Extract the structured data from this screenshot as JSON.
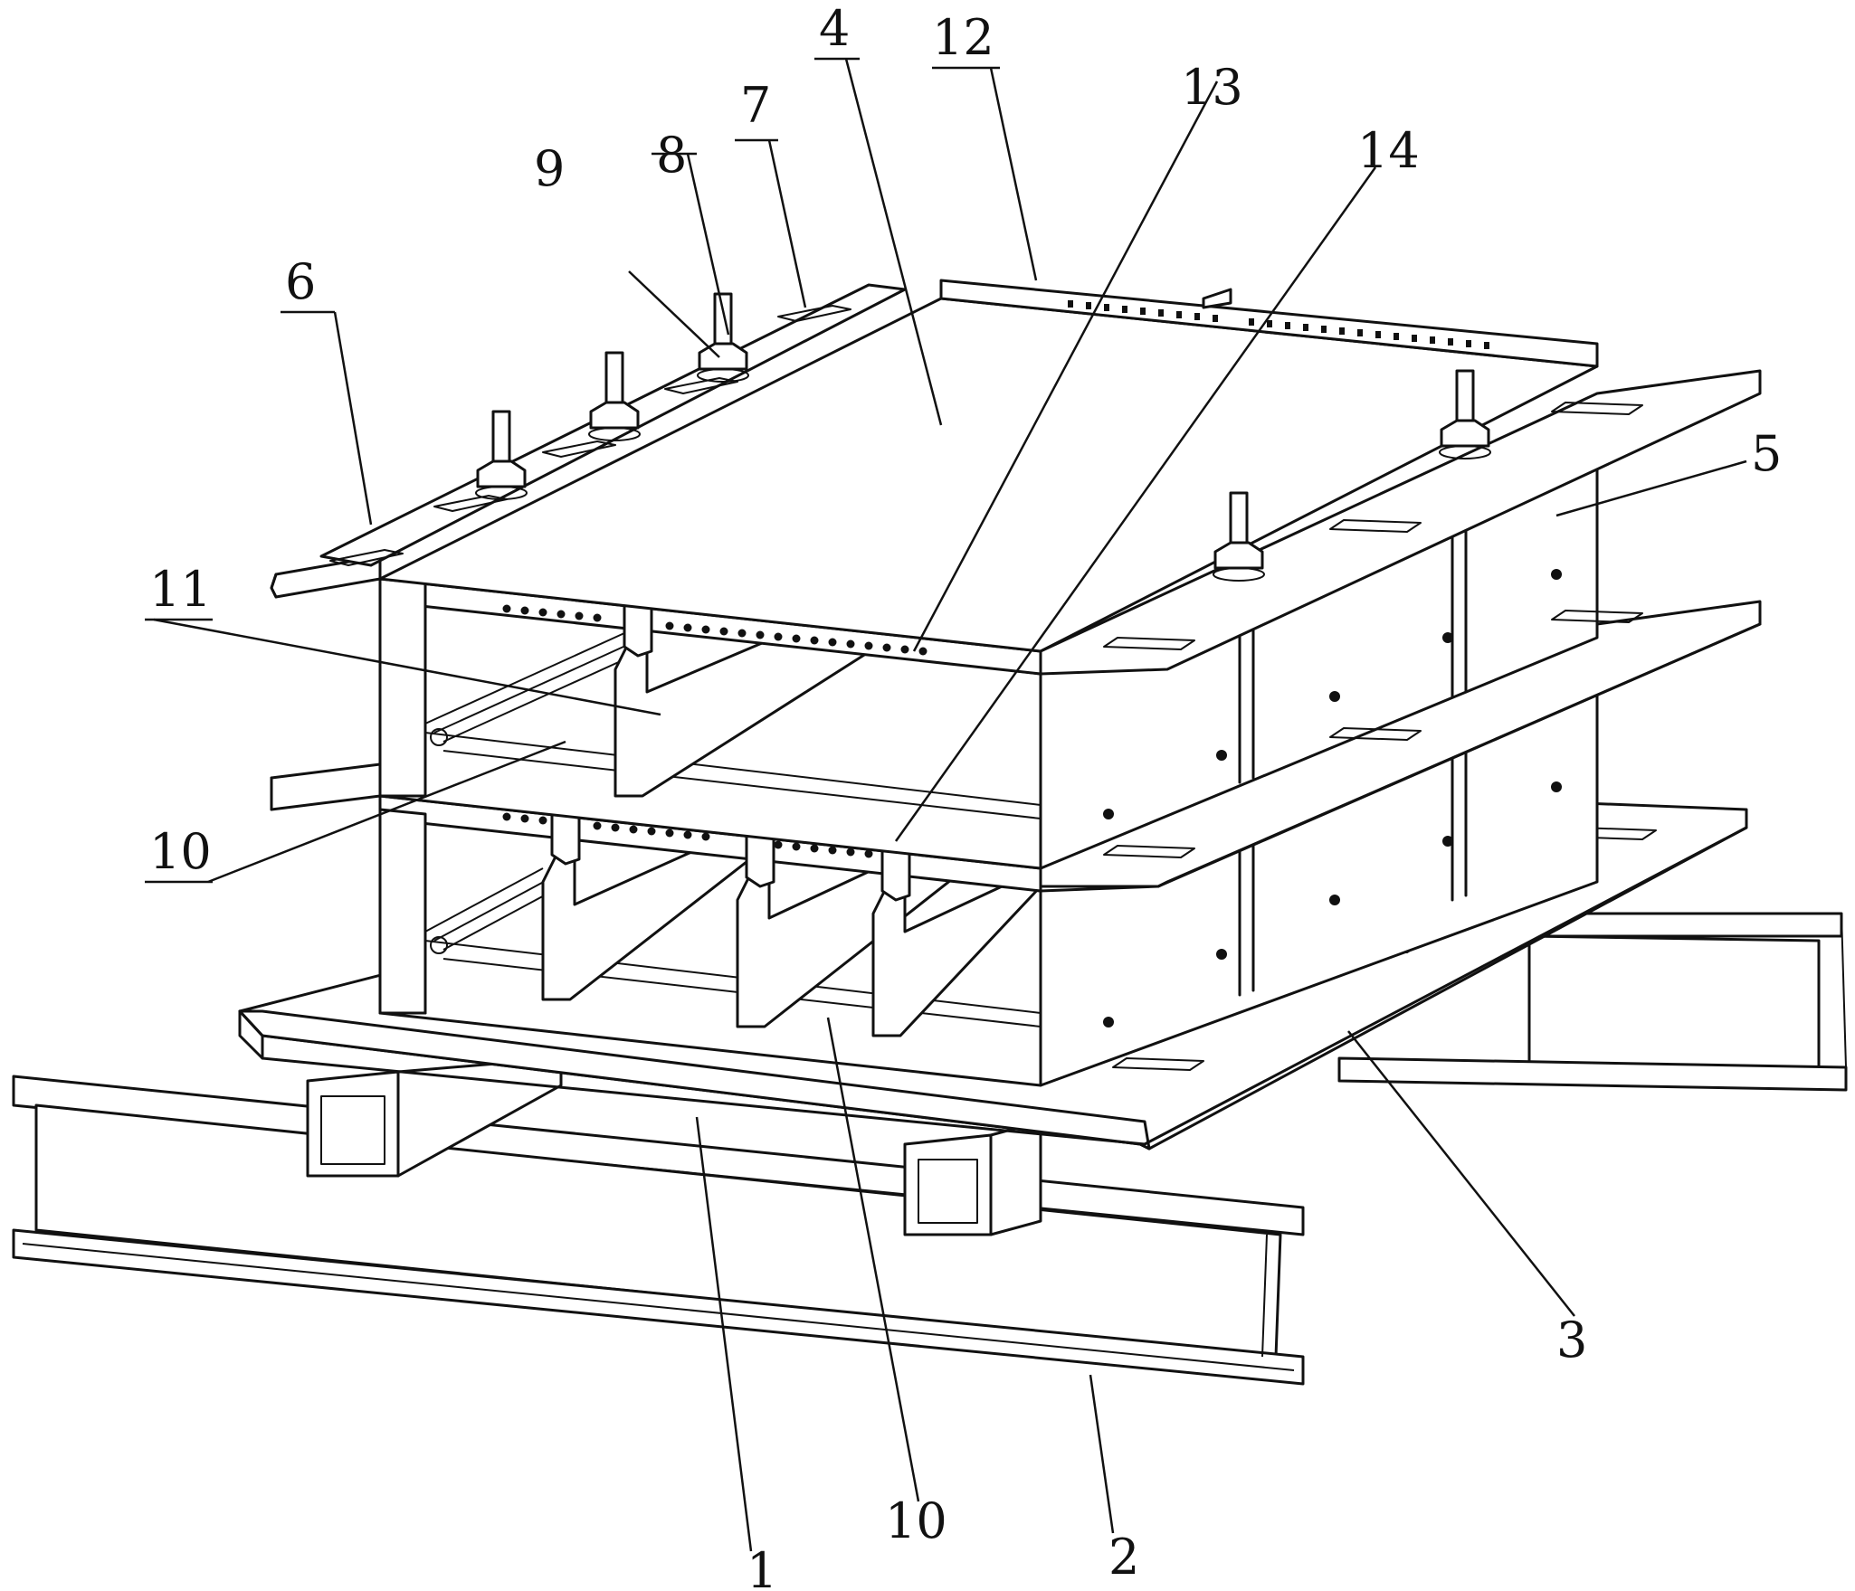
{
  "labels": {
    "l1": "1",
    "l2": "2",
    "l3": "3",
    "l4": "4",
    "l5": "5",
    "l6": "6",
    "l7": "7",
    "l8": "8",
    "l9": "9",
    "l10a": "10",
    "l10b": "10",
    "l11": "11",
    "l12": "12",
    "l13": "13",
    "l14": "14"
  }
}
